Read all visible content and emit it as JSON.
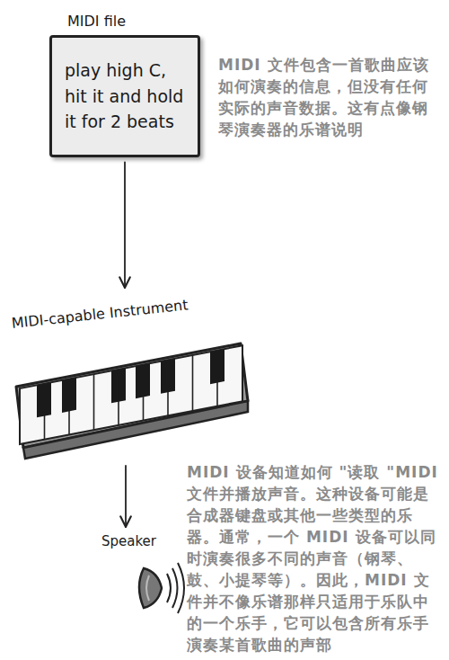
{
  "diagram": {
    "nodes": [
      {
        "text": [
          "MIDI file",
          "play high C, hit it and hold it for 2 beats"
        ]
      },
      {
        "text": [
          "MIDI-capable Instrument"
        ]
      },
      {
        "text": [
          "Speaker"
        ]
      }
    ],
    "edges": [
      {
        "from": 0,
        "to": 1,
        "arrow": "to"
      },
      {
        "from": 1,
        "to": 2,
        "arrow": "to"
      }
    ],
    "labels": [
      "MIDI 文件包含一首歌曲应该如何演奏的信息，但没有任何实际的声音数据。这有点像钢琴演奏器的乐谱说明",
      "MIDI 设备知道如何 \"读取 \"MIDI 文件并播放声音。这种设备可能是合成器键盘或其他一些类型的乐器。通常，一个 MIDI 设备可以同时演奏很多不同的声音（钢琴、鼓、小提琴等）。因此，MIDI 文件并不像乐谱那样只适用于乐队中的一个乐手，它可以包含所有乐手演奏某首歌曲的声部"
    ]
  }
}
